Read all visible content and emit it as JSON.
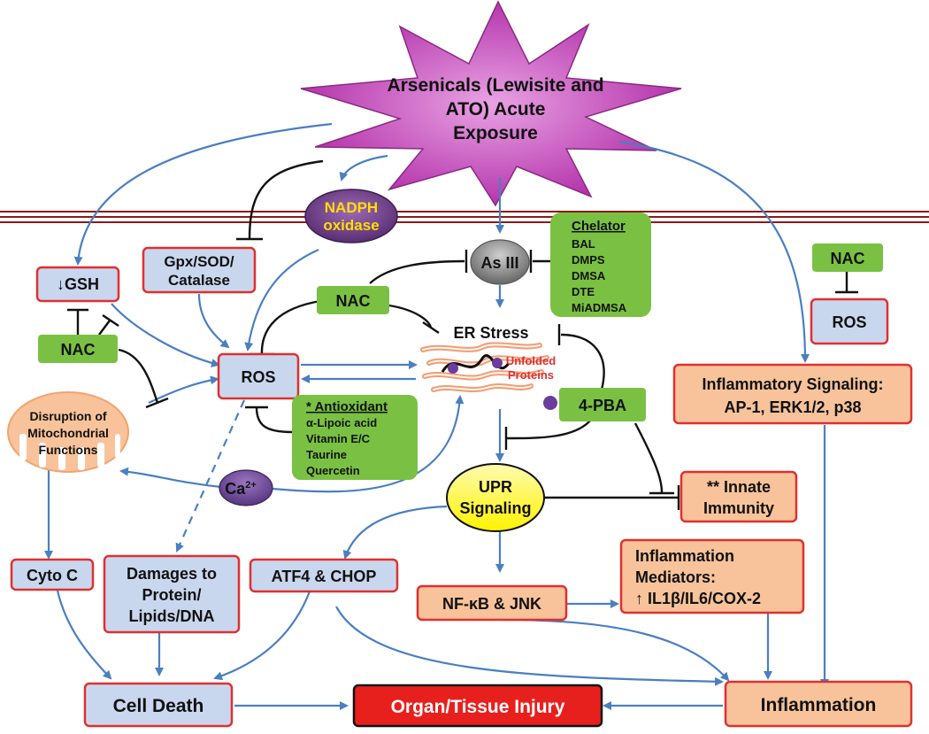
{
  "colors": {
    "star_fill": "#c94fc0",
    "membrane": "#8b1a1a",
    "blue_box_fill": "#c9d7ee",
    "red_border": "#e0302f",
    "green_fill": "#7ac143",
    "orange_fill": "#f8c39a",
    "arrow": "#4a7fc1",
    "inhibit": "#111111",
    "injury_fill": "#e8201d",
    "upr_fill": "#fff200",
    "nadph_fill": "#6b3d83",
    "nadph_text": "#ffde00",
    "asiii_fill": "#8a8a8a",
    "unfolded_text": "#e0302f"
  },
  "exposure": {
    "line1": "Arsenicals (Lewisite and",
    "line2": "ATO) Acute",
    "line3": "Exposure"
  },
  "nadph": {
    "line1": "NADPH",
    "line2": "oxidase"
  },
  "as3": {
    "label": "As III"
  },
  "chelator": {
    "title": "Chelator",
    "items": [
      "BAL",
      "DMPS",
      "DMSA",
      "DTE",
      "MiADMSA"
    ]
  },
  "gpx": {
    "line1": "Gpx/SOD/",
    "line2": "Catalase"
  },
  "gsh": {
    "label": "↓GSH"
  },
  "nac_labels": {
    "left": "NAC",
    "center": "NAC",
    "right": "NAC"
  },
  "ros_labels": {
    "center": "ROS",
    "right": "ROS"
  },
  "er": {
    "label": "ER Stress",
    "unfolded1": "Unfolded",
    "unfolded2": "Proteins"
  },
  "pba": {
    "label": "4-PBA"
  },
  "mito": {
    "line1": "Disruption of",
    "line2": "Mitochondrial",
    "line3": "Functions"
  },
  "antioxidant": {
    "title": "* Antioxidant",
    "items": [
      "α-Lipoic acid",
      "Vitamin E/C",
      "Taurine",
      "Quercetin"
    ]
  },
  "calcium": {
    "base": "Ca",
    "sup": "2+"
  },
  "upr": {
    "line1": "UPR",
    "line2": "Signaling"
  },
  "innate": {
    "line1": "** Innate",
    "line2": "Immunity"
  },
  "inflam_signal": {
    "line1": "Inflammatory Signaling:",
    "line2": "AP-1, ERK1/2, p38"
  },
  "mediators": {
    "line1": "Inflammation",
    "line2": "Mediators:",
    "line3": "↑ IL1β/IL6/COX-2"
  },
  "cytoc": {
    "label": "Cyto C"
  },
  "damages": {
    "line1": "Damages to",
    "line2": "Protein/",
    "line3": "Lipids/DNA"
  },
  "atf4": {
    "label": "ATF4 & CHOP"
  },
  "nfkb": {
    "label": "NF-κB & JNK"
  },
  "cell_death": {
    "label": "Cell Death"
  },
  "injury": {
    "label": "Organ/Tissue Injury"
  },
  "inflammation": {
    "label": "Inflammation"
  }
}
